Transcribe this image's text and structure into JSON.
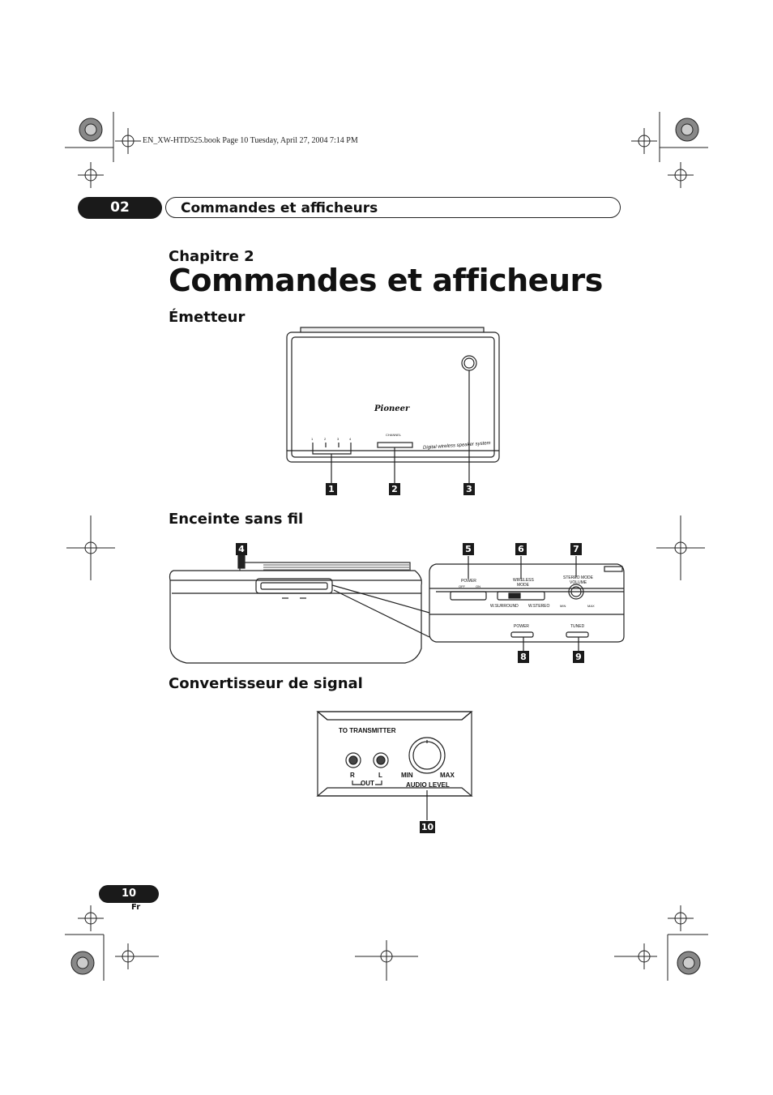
{
  "header": {
    "print_line": "EN_XW-HTD525.book  Page 10  Tuesday, April 27, 2004  7:14 PM",
    "chapter_number": "02",
    "chapter_title": "Commandes et afficheurs"
  },
  "main": {
    "chapter_label": "Chapitre 2",
    "title": "Commandes et afficheurs",
    "sections": {
      "transmitter": "Émetteur",
      "speaker": "Enceinte sans fil",
      "converter": "Convertisseur de signal"
    }
  },
  "transmitter_figure": {
    "channel_label": "CHANNEL",
    "channel_numbers": [
      "1",
      "2",
      "3",
      "4"
    ],
    "brand": "Pioneer",
    "tagline": "Digital wireless speaker system",
    "callouts": [
      "1",
      "2",
      "3"
    ]
  },
  "speaker_figure": {
    "power_label": "POWER",
    "off_label": "OFF",
    "on_label": "ON",
    "wireless_mode_label": "WIRELESS",
    "wireless_mode_label2": "MODE",
    "w_surround": "W.SURROUND",
    "w_stereo": "W.STEREO",
    "stereo_mode_label": "STEREO MODE",
    "volume_label": "VOLUME",
    "min_label": "MIN",
    "max_label": "MAX",
    "power_indicator": "POWER",
    "tuned_indicator": "TUNED",
    "callouts": [
      "4",
      "5",
      "6",
      "7",
      "8",
      "9"
    ]
  },
  "converter_figure": {
    "to_transmitter": "TO TRANSMITTER",
    "r_label": "R",
    "l_label": "L",
    "out_label": "OUT",
    "min_label": "MIN",
    "max_label": "MAX",
    "audio_level": "AUDIO LEVEL",
    "callout": "10"
  },
  "footer": {
    "page_number": "10",
    "language": "Fr"
  }
}
